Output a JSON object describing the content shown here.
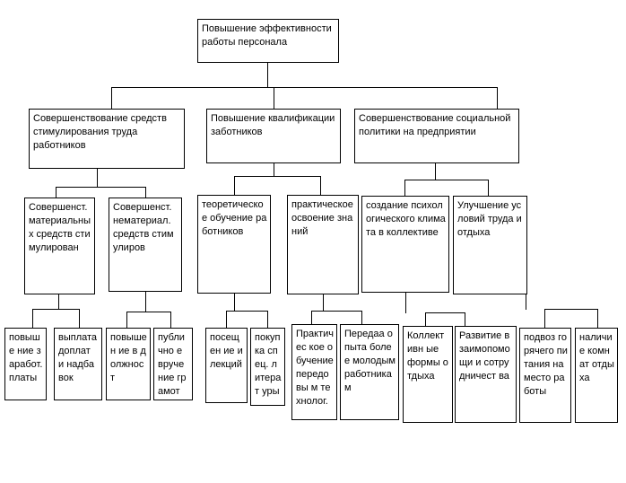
{
  "diagram": {
    "root": "Повышение эффективности работы персонала",
    "branch1": {
      "title": "Совершенствование средств стимулирования труда работников",
      "mat": {
        "title": "Совершенст. материальных средств стимулирован",
        "leaf1": "повыше ние заработ. платы",
        "leaf2": "выплата доплат и надбавок"
      },
      "nemat": {
        "title": "Совершенст. нематериал. средств стимулиров",
        "leaf1": "повышен ие в должност",
        "leaf2": "публично е вручение грамот"
      }
    },
    "branch2": {
      "title": "Повышение квалификации заботников",
      "theory": {
        "title": "теоретическое обучение работников",
        "leaf1": "посещен ие и лекций",
        "leaf2": "покупка спец. литерат уры"
      },
      "practice": {
        "title": "практическое освоение знаний",
        "leaf1": "Практичес кое обучение передовы м технолог.",
        "leaf2": "Передаа опыта более молодым работникам"
      }
    },
    "branch3": {
      "title": "Совершенствование социальной политики на предприятии",
      "psych": {
        "title": "создание психологического климата в коллективе",
        "leaf1": "Коллективн ые формы отдыха",
        "leaf2": "Развитие взаимопомо щи и сотрудничест ва"
      },
      "improve": {
        "title": "Улучшение условий труда и отдыха",
        "leaf1": "подвоз горячего питания на место работы",
        "leaf2": "наличие комнат отдыха"
      }
    }
  }
}
